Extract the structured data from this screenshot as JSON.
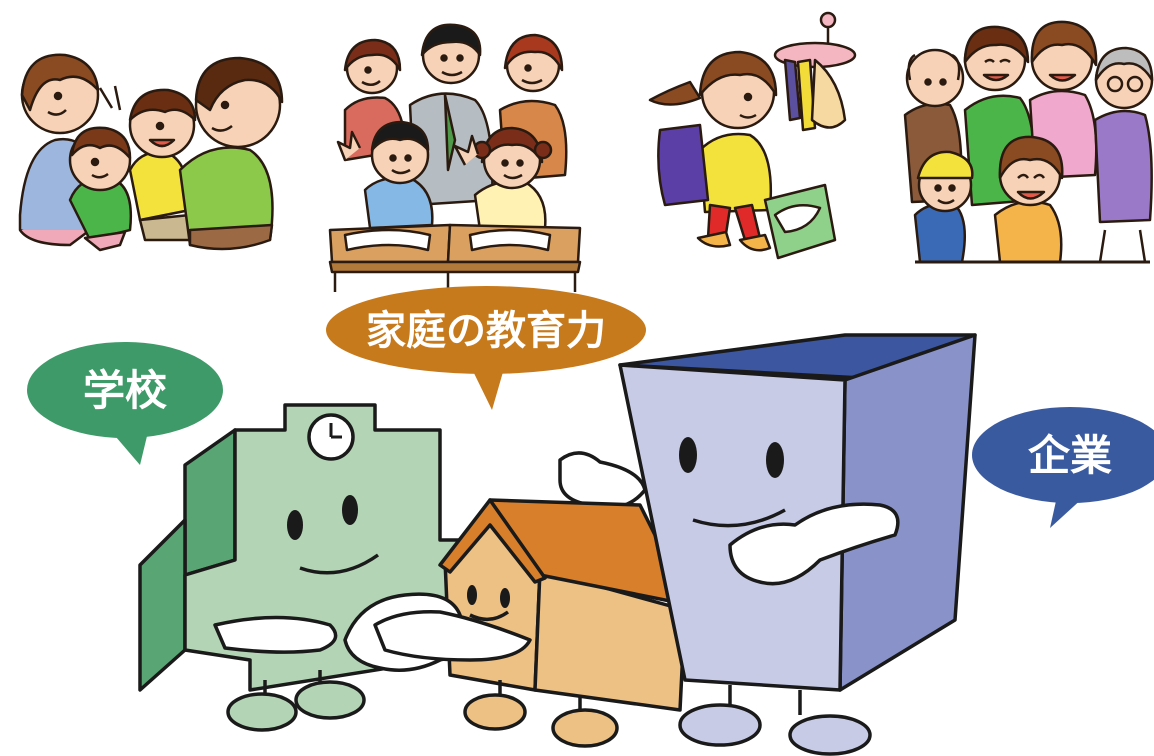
{
  "labels": {
    "home_education": "家庭の教育力",
    "school": "学校",
    "company": "企業"
  },
  "colors": {
    "home_bubble": "#c77a1c",
    "school_bubble": "#3e9a68",
    "company_bubble": "#3a5aa0",
    "school_body": "#b3d4b5",
    "school_side": "#5aa574",
    "house_wall": "#edc084",
    "house_roof": "#d77f2b",
    "company_front": "#c7cbe6",
    "company_side": "#8a93c9",
    "company_top": "#3d56a0"
  },
  "illustrations": [
    {
      "name": "family-scene"
    },
    {
      "name": "classroom-scene"
    },
    {
      "name": "laundry-scene"
    },
    {
      "name": "community-scene"
    }
  ]
}
